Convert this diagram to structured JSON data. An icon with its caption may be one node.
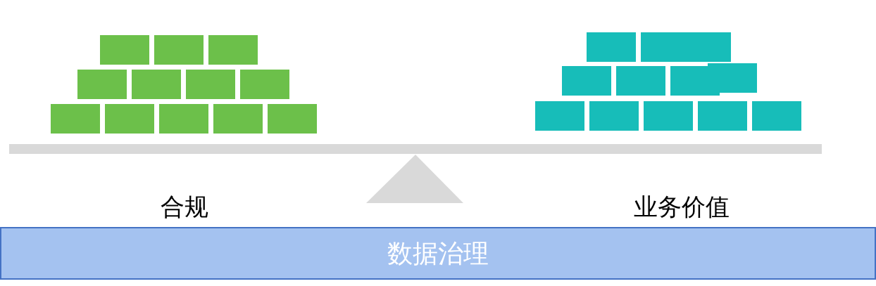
{
  "diagram": {
    "nodes": [
      {
        "text": [
          "数据治理"
        ]
      }
    ],
    "edges": [],
    "labels": [
      "合规",
      "业务价值"
    ]
  }
}
